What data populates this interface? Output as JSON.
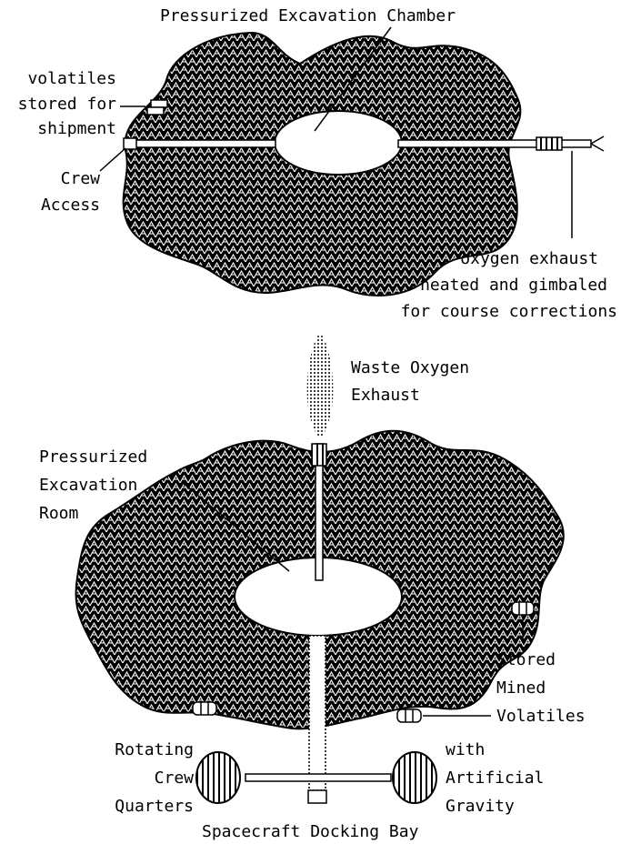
{
  "top_figure": {
    "title": "Pressurized Excavation Chamber",
    "volatiles_label": [
      "volatiles",
      "stored for",
      "shipment"
    ],
    "crew_access_label": [
      "Crew",
      "Access"
    ],
    "exhaust_label": [
      "oxygen exhaust",
      "heated and gimbaled",
      "for course corrections"
    ]
  },
  "bottom_figure": {
    "waste_label": [
      "Waste Oxygen",
      "Exhaust"
    ],
    "room_label": [
      "Pressurized",
      "Excavation",
      "Room"
    ],
    "stored_label": [
      "Stored",
      "Mined",
      "Volatiles"
    ],
    "rotating_label": [
      "Rotating",
      "Crew",
      "Quarters"
    ],
    "gravity_label": [
      "with",
      "Artificial",
      "Gravity"
    ],
    "docking_label": "Spacecraft Docking Bay"
  },
  "colors": {
    "ink": "#000000",
    "paper": "#ffffff"
  }
}
